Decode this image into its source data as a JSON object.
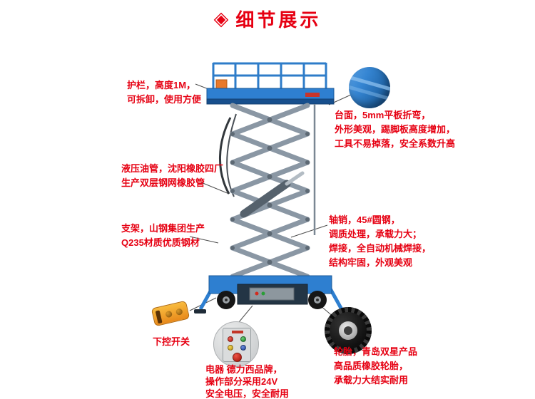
{
  "page": {
    "background": "#ffffff",
    "accent_red": "#e60012",
    "machine_blue": "#2e7fd0",
    "scissor_gray": "#8a97a4"
  },
  "header": {
    "icon": "diamond-icon",
    "icon_glyph": "◈",
    "title": "细节展示"
  },
  "callouts": {
    "guardrail": {
      "lines": [
        "护栏，高度1M，",
        "可拆卸，使用方便"
      ]
    },
    "platform": {
      "lines": [
        "台面，5mm平板折弯，",
        "外形美观，踢脚板高度增加，",
        "工具不易掉落，安全系数升高"
      ]
    },
    "hydraulic_hose": {
      "lines": [
        "液压油管，沈阳橡胶四厂",
        "生产双层钢网橡胶管"
      ]
    },
    "frame": {
      "lines": [
        "支架，山钢集团生产",
        "Q235材质优质钢材"
      ]
    },
    "axle_weld": {
      "lines": [
        "轴销，45#圆钢，",
        "调质处理，承载力大；",
        "焊接，全自动机械焊接，",
        "结构牢固，外观美观"
      ]
    },
    "lower_control": {
      "lines": [
        "下控开关"
      ]
    },
    "electrical": {
      "lines": [
        "电器 德力西品牌，",
        "操作部分采用24V",
        "安全电压，安全耐用"
      ]
    },
    "tires": {
      "lines": [
        "轮胎，青岛双星产品",
        "高品质橡胶轮胎，",
        "承载力大结实耐用"
      ]
    }
  },
  "photos": {
    "platform_detail": "platform-closeup-photo",
    "remote": "remote-control-photo",
    "control_box": "control-box-photo",
    "wheel": "rubber-wheel-photo"
  }
}
